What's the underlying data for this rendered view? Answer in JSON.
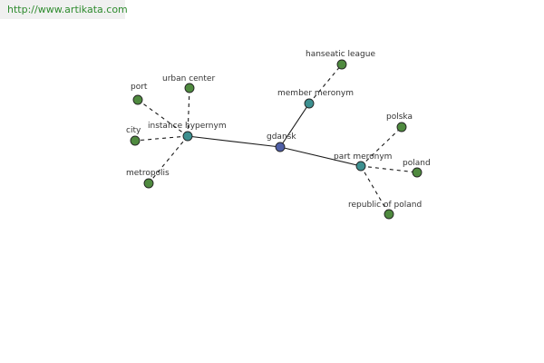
{
  "watermark": {
    "text": "http://www.artikata.com"
  },
  "colors": {
    "center": "#4f5fa6",
    "relation": "#3d9090",
    "term": "#4f8a3f"
  },
  "graph": {
    "nodes": [
      {
        "id": "gdansk",
        "label": "gdansk",
        "kind": "center"
      },
      {
        "id": "instance-hypernym",
        "label": "instance hypernym",
        "kind": "relation"
      },
      {
        "id": "member-meronym",
        "label": "member meronym",
        "kind": "relation"
      },
      {
        "id": "part-meronym",
        "label": "part meronym",
        "kind": "relation"
      },
      {
        "id": "port",
        "label": "port",
        "kind": "term"
      },
      {
        "id": "urban-center",
        "label": "urban center",
        "kind": "term"
      },
      {
        "id": "city",
        "label": "city",
        "kind": "term"
      },
      {
        "id": "metropolis",
        "label": "metropolis",
        "kind": "term"
      },
      {
        "id": "hanseatic-league",
        "label": "hanseatic league",
        "kind": "term"
      },
      {
        "id": "polska",
        "label": "polska",
        "kind": "term"
      },
      {
        "id": "poland",
        "label": "poland",
        "kind": "term"
      },
      {
        "id": "republic-of-poland",
        "label": "republic of poland",
        "kind": "term"
      }
    ],
    "edges": [
      {
        "from": "gdansk",
        "to": "instance-hypernym",
        "style": "solid"
      },
      {
        "from": "gdansk",
        "to": "member-meronym",
        "style": "solid"
      },
      {
        "from": "gdansk",
        "to": "part-meronym",
        "style": "solid"
      },
      {
        "from": "instance-hypernym",
        "to": "port",
        "style": "dashed"
      },
      {
        "from": "instance-hypernym",
        "to": "urban-center",
        "style": "dashed"
      },
      {
        "from": "instance-hypernym",
        "to": "city",
        "style": "dashed"
      },
      {
        "from": "instance-hypernym",
        "to": "metropolis",
        "style": "dashed"
      },
      {
        "from": "member-meronym",
        "to": "hanseatic-league",
        "style": "dashed"
      },
      {
        "from": "part-meronym",
        "to": "polska",
        "style": "dashed"
      },
      {
        "from": "part-meronym",
        "to": "poland",
        "style": "dashed"
      },
      {
        "from": "part-meronym",
        "to": "republic-of-poland",
        "style": "dashed"
      }
    ]
  }
}
